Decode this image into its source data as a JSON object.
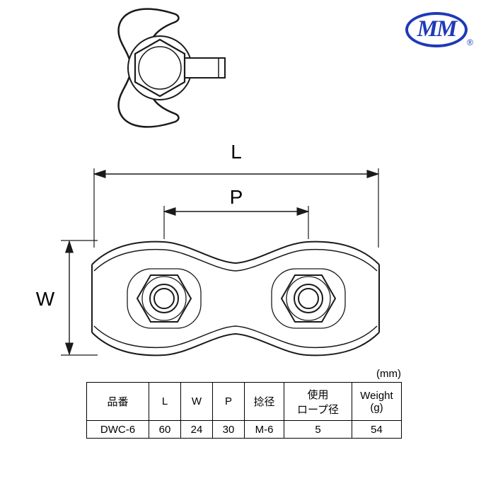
{
  "logo": {
    "text": "MM",
    "registered": "®",
    "color": "#1e3ab8"
  },
  "diagram": {
    "labels": {
      "L": "L",
      "P": "P",
      "W": "W"
    }
  },
  "unit_note": "(mm)",
  "colors": {
    "line": "#1a1a1a",
    "logo_blue": "#1e3ab8"
  },
  "table": {
    "headers": [
      "品番",
      "L",
      "W",
      "P",
      "捻径",
      "使用\nロープ径",
      "Weight\n(g)"
    ],
    "rows": [
      [
        "DWC-6",
        "60",
        "24",
        "30",
        "M-6",
        "5",
        "54"
      ]
    ]
  }
}
